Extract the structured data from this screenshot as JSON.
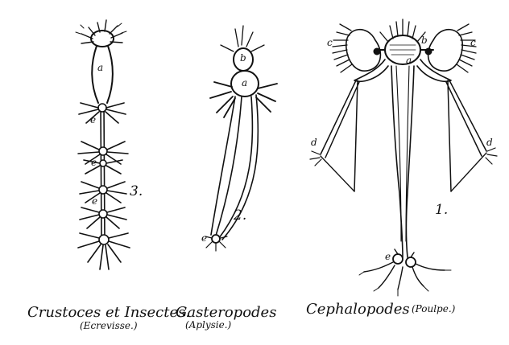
{
  "numbers": {
    "one": "1.",
    "two": "2.",
    "three": "3."
  },
  "captions": [
    {
      "main": "Crustoces et Insectes.",
      "sub": "(Ecrevisse.)"
    },
    {
      "main": "Gasteropodes",
      "sub": "(Aplysie.)"
    },
    {
      "main": "Cephalopodes",
      "sub": "(Poulpe.)"
    }
  ],
  "letters": {
    "a": "a",
    "b": "b",
    "c": "c",
    "d": "d",
    "e": "e"
  }
}
